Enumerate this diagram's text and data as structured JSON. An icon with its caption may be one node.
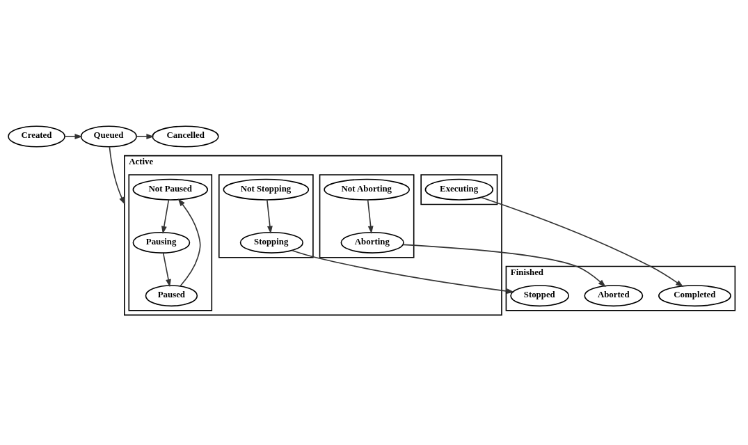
{
  "diagram": {
    "nodes": [
      {
        "text": [
          "Created"
        ]
      },
      {
        "text": [
          "Queued"
        ]
      },
      {
        "text": [
          "Cancelled"
        ]
      },
      {
        "text": [
          "Active"
        ]
      },
      {
        "text": [],
        "shape": "box",
        "in": 3
      },
      {
        "text": [
          "Executing"
        ],
        "in": 4
      },
      {
        "text": [],
        "shape": "box",
        "in": 3
      },
      {
        "text": [
          "Not Paused"
        ],
        "in": 6
      },
      {
        "text": [
          "Pausing"
        ],
        "in": 6
      },
      {
        "text": [
          "Paused"
        ],
        "in": 6
      },
      {
        "text": [],
        "shape": "box",
        "in": 3
      },
      {
        "text": [
          "Not Stopping"
        ],
        "in": 10
      },
      {
        "text": [
          "Stopping"
        ],
        "in": 10
      },
      {
        "text": [],
        "shape": "box",
        "in": 3
      },
      {
        "text": [
          "Not Aborting"
        ],
        "in": 13
      },
      {
        "text": [
          "Aborting"
        ],
        "in": 13
      },
      {
        "text": [
          "Finished"
        ]
      },
      {
        "text": [
          "Completed"
        ],
        "in": 16
      },
      {
        "text": [
          "Stopped"
        ],
        "in": 16
      },
      {
        "text": [
          "Aborted"
        ],
        "in": 16
      }
    ],
    "edges": [
      {
        "from": 0,
        "to": 1,
        "arrow": "to"
      },
      {
        "from": 1,
        "to": 2,
        "arrow": "to"
      },
      {
        "from": 1,
        "to": 3,
        "arrow": "to"
      },
      {
        "from": 7,
        "to": 8,
        "arrow": "to"
      },
      {
        "from": 8,
        "to": 9,
        "arrow": "to"
      },
      {
        "from": 9,
        "to": 7,
        "arrow": "to"
      },
      {
        "from": 11,
        "to": 12,
        "arrow": "to"
      },
      {
        "from": 14,
        "to": 15,
        "arrow": "to"
      },
      {
        "from": 5,
        "to": 17,
        "arrow": "to"
      },
      {
        "from": 12,
        "to": 18,
        "arrow": "to"
      },
      {
        "from": 15,
        "to": 19,
        "arrow": "to"
      }
    ]
  }
}
